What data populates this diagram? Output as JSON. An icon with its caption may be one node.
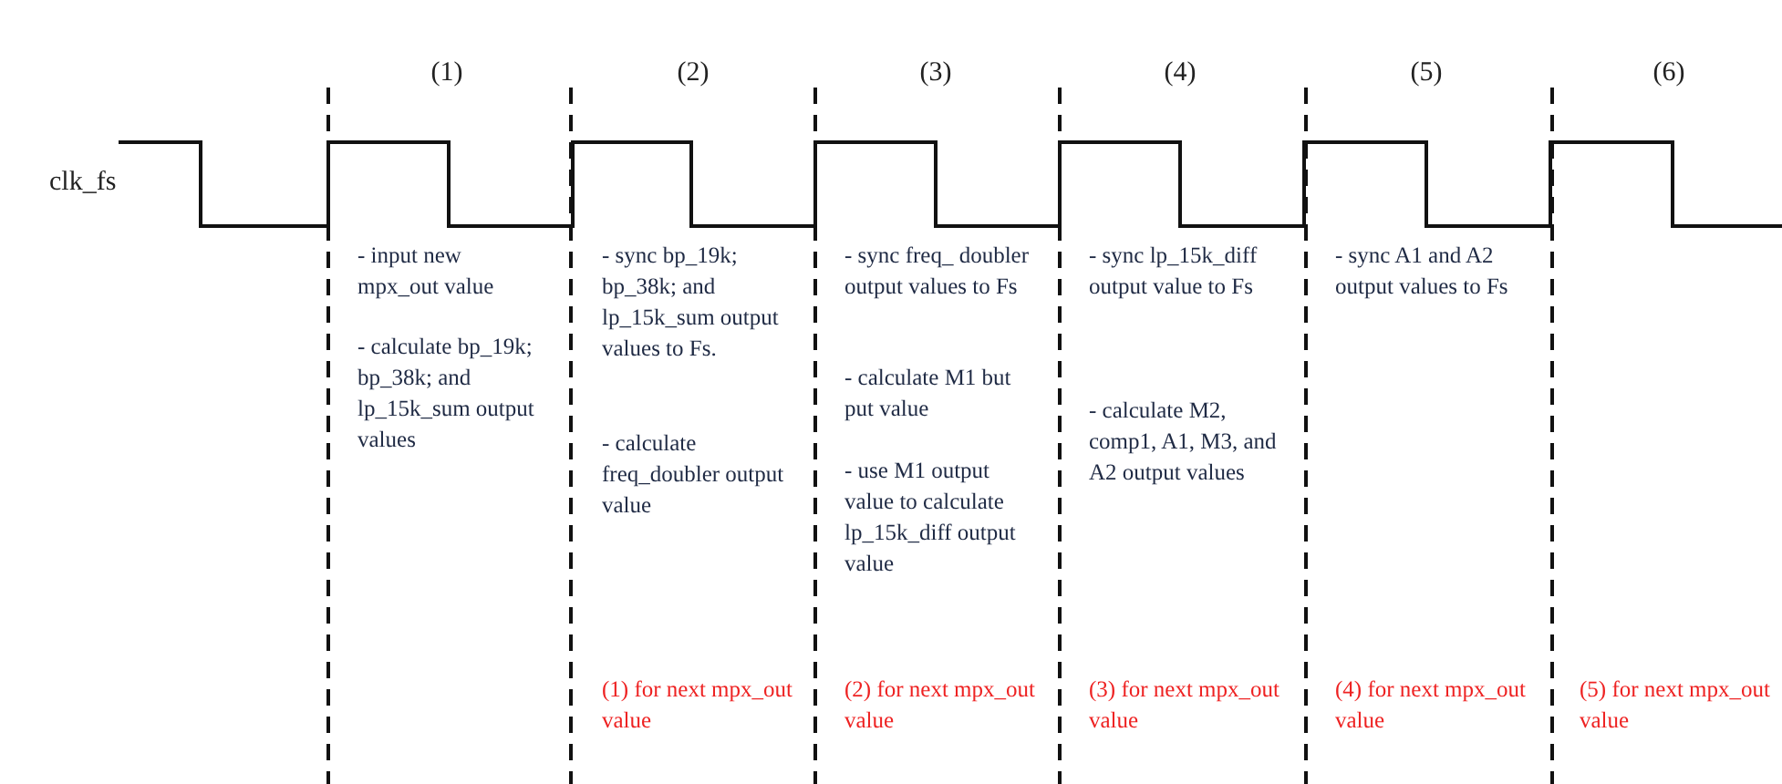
{
  "diagram": {
    "labels": [
      "(1)",
      "(2)",
      "(3)",
      "(4)",
      "(5)",
      "(6)",
      "clk_fs",
      "- input new mpx_out value",
      "- calculate bp_19k; bp_38k; and lp_15k_sum output values",
      "- sync bp_19k; bp_38k; and lp_15k_sum output values to Fs.",
      "- calculate freq_doubler output value",
      "(1) for next mpx_out value",
      "- sync freq_ doubler output values to Fs",
      "- calculate M1 but put value",
      "- use M1 output value to calculate lp_15k_diff output value",
      "(2) for next mpx_out value",
      "- sync lp_15k_diff output value to Fs",
      "- calculate M2, comp1, A1, M3, and A2 output values",
      "(3) for next mpx_out value",
      "- sync A1 and A2 output values to Fs",
      "(4) for next mpx_out value",
      "(5) for next mpx_out value"
    ]
  }
}
